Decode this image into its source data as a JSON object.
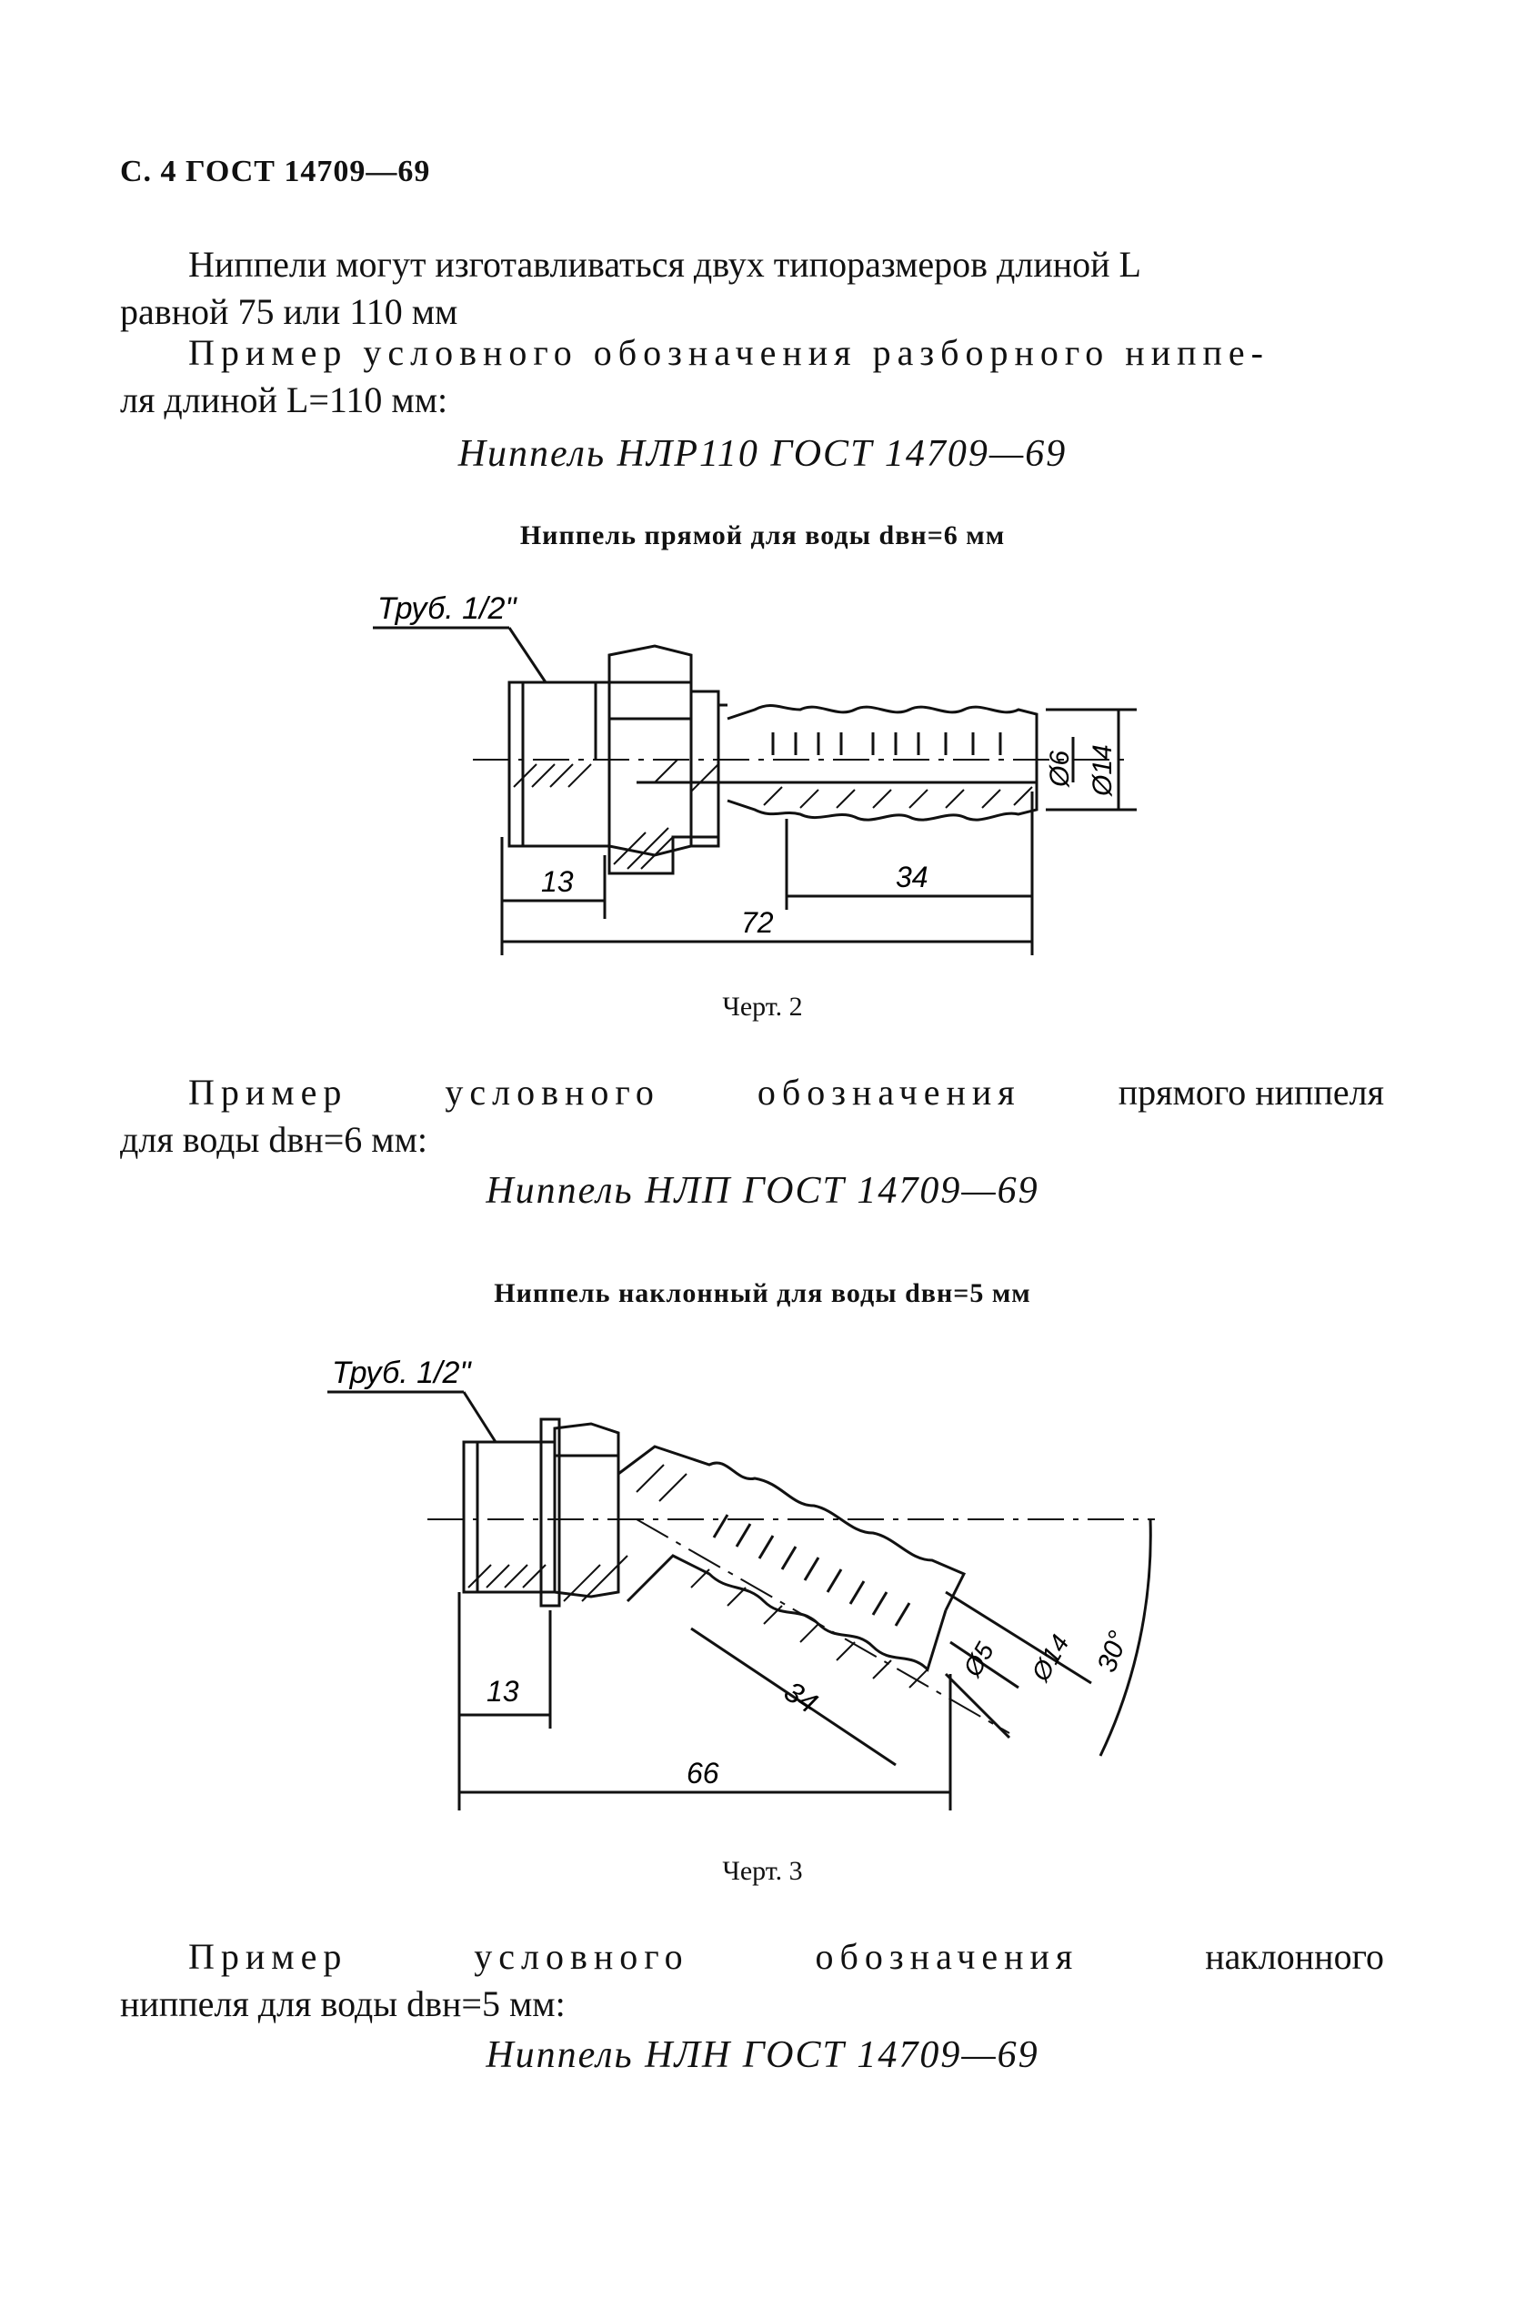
{
  "header": "С. 4 ГОСТ 14709—69",
  "para1": {
    "line1": "Ниппели могут изготавливаться двух типоразмеров длиной L",
    "line2": "равной 75 или 110 мм"
  },
  "para2": {
    "line1": "Пример условного обозначения разборного ниппе-",
    "line2": "ля длиной L=110 мм:"
  },
  "sample1": "Ниппель НЛР110 ГОСТ 14709—69",
  "caption1": "Ниппель прямой для воды dвн=6 мм",
  "drawing1": {
    "thread_label": "Труб. 1/2\"",
    "dim_13": "13",
    "dim_34": "34",
    "dim_72": "72",
    "dia_6": "Ø6",
    "dia_14": "Ø14"
  },
  "fig1": "Черт. 2",
  "para3": {
    "words": [
      "Пример",
      "условного",
      "обозначения",
      "прямого ниппеля"
    ],
    "line2": "для воды dвн=6 мм:"
  },
  "sample2": "Ниппель НЛП ГОСТ 14709—69",
  "caption2": "Ниппель наклонный для воды dвн=5 мм",
  "drawing2": {
    "thread_label": "Труб. 1/2\"",
    "dim_13": "13",
    "dim_34": "34",
    "dim_66": "66",
    "dia_5": "Ø5",
    "dia_14": "Ø14",
    "angle_30": "30°"
  },
  "fig2": "Черт. 3",
  "para4": {
    "words": [
      "Пример",
      "условного",
      "обозначения",
      "наклонного"
    ],
    "line2": "ниппеля для воды dвн=5 мм:"
  },
  "sample3": "Ниппель НЛН ГОСТ 14709—69"
}
